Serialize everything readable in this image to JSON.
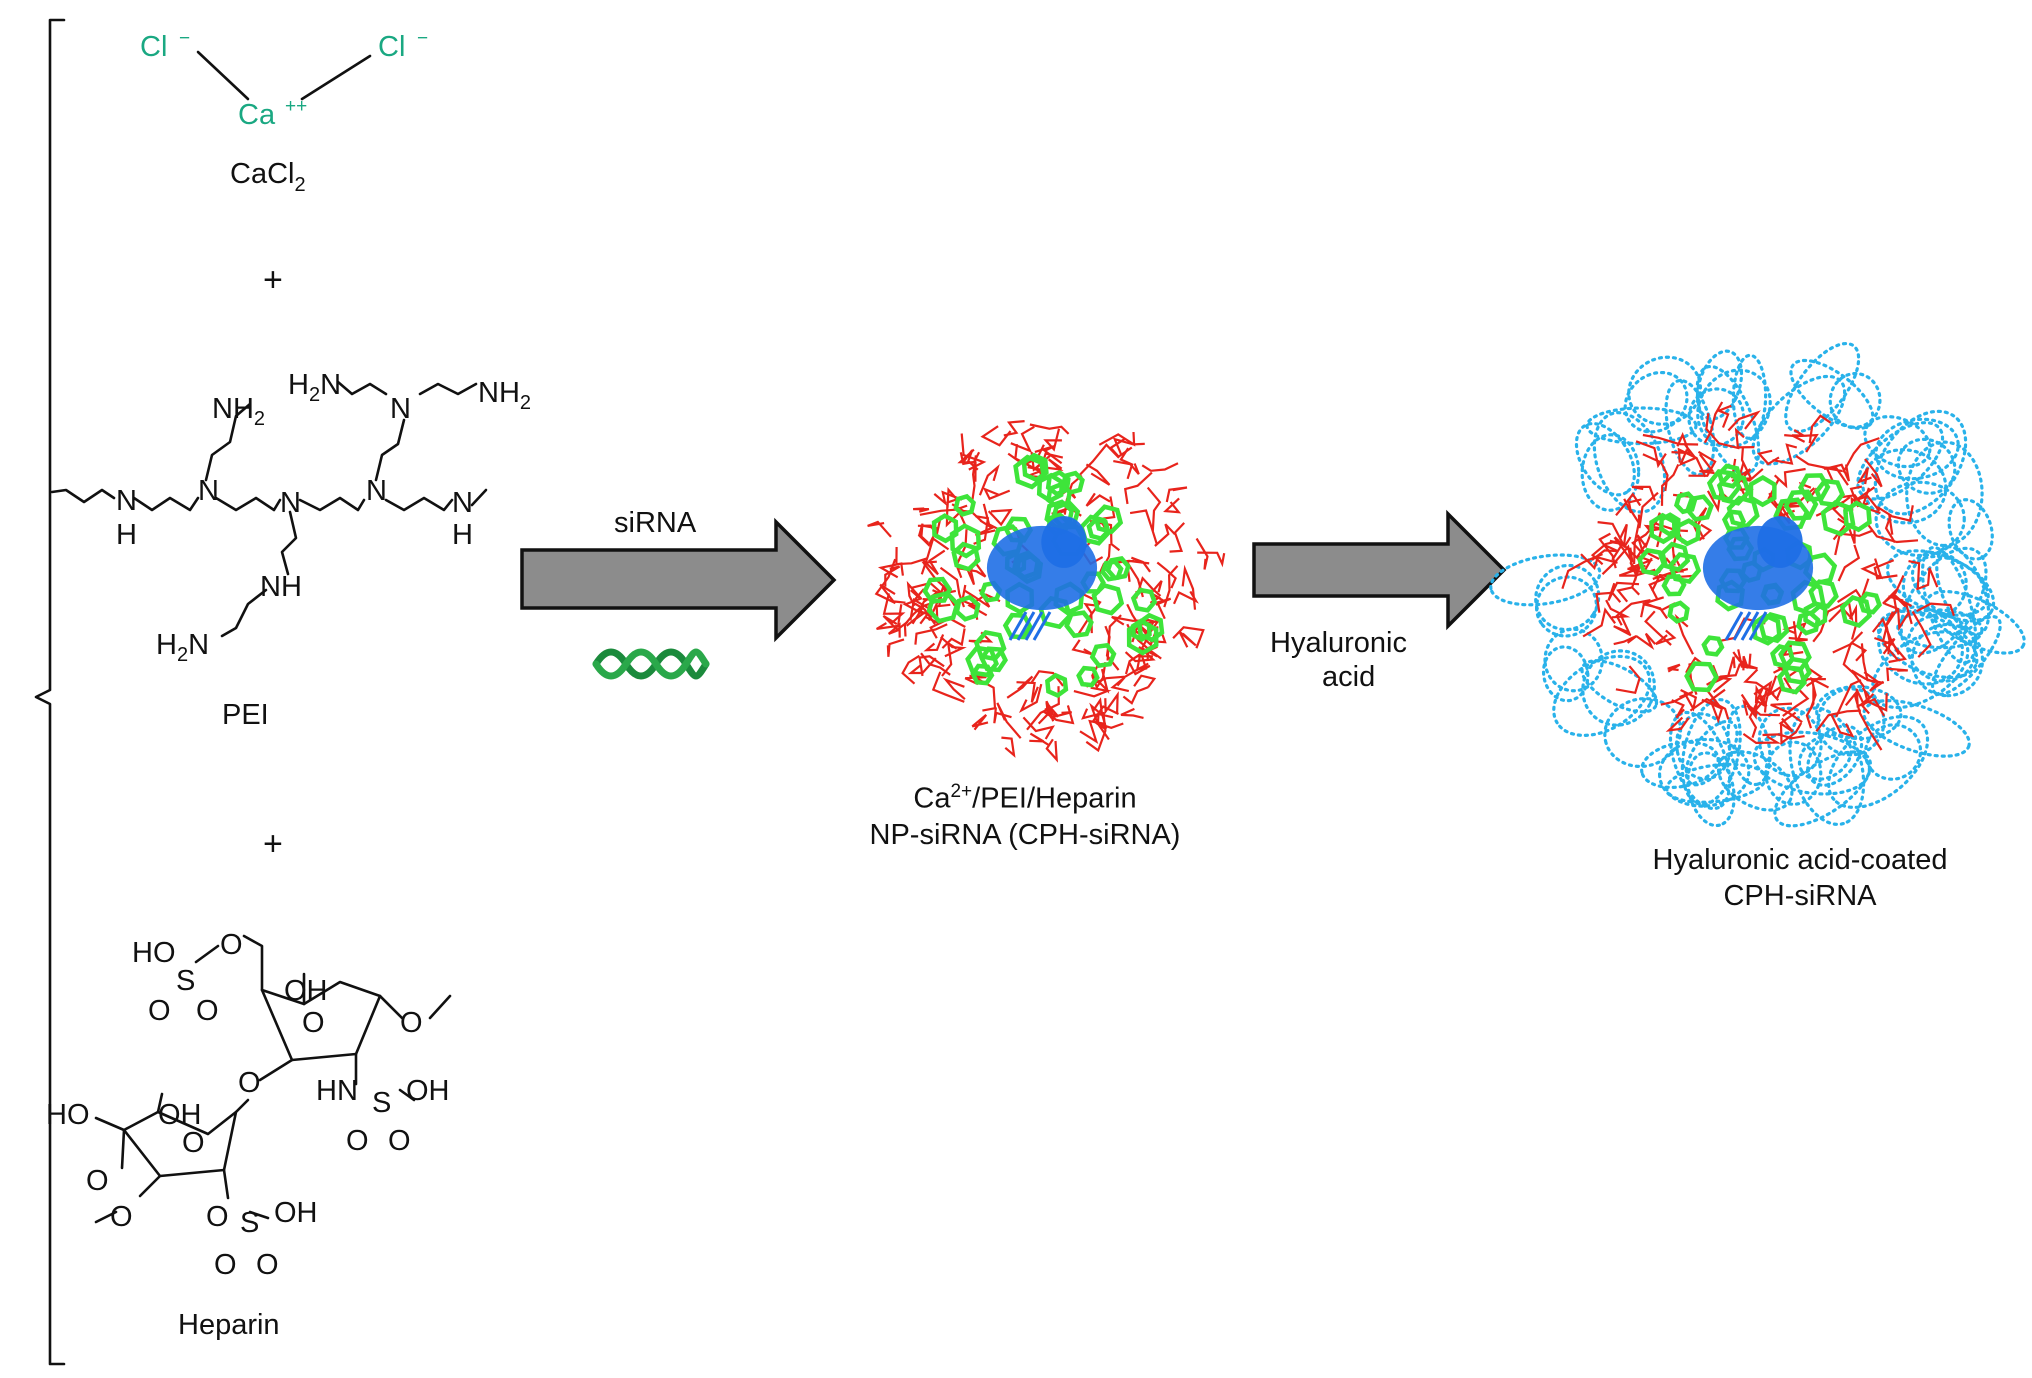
{
  "reactants": {
    "cacl2": {
      "ion_left": "Cl",
      "ion_left_charge": "−",
      "ion_right": "Cl",
      "ion_right_charge": "−",
      "calcium": "Ca",
      "calcium_charge": "++",
      "name": "CaCl",
      "name_subscript": "2"
    },
    "plus_1": "+",
    "pei": {
      "name": "PEI",
      "atoms": {
        "nh2": "NH",
        "h2n": "H",
        "n": "N",
        "nh": "NH",
        "h": "H",
        "sub2": "2"
      }
    },
    "plus_2": "+",
    "heparin": {
      "name": "Heparin",
      "atoms": {
        "ho": "HO",
        "oh": "OH",
        "o": "O",
        "s": "S",
        "hn": "HN"
      }
    }
  },
  "arrow_1": {
    "label": "siRNA",
    "sirna_icon": "double-helix-icon"
  },
  "product_1": {
    "line1_prefix": "Ca",
    "line1_sup": "2+",
    "line1_suffix": "/PEI/Heparin",
    "line2": "NP-siRNA (CPH-siRNA)"
  },
  "arrow_2": {
    "label_line1": "Hyaluronic",
    "label_line2": "acid"
  },
  "product_2": {
    "line1": "Hyaluronic acid-coated",
    "line2": "CPH-siRNA"
  },
  "colors": {
    "ion": "#1aa882",
    "arrow_fill": "#8c8c8c",
    "pei_shell": "#e8241c",
    "heparin_net": "#3ee43a",
    "sirna_core": "#1f6fe6",
    "ha_coat": "#29b2ea",
    "helix": "#1b8a3c"
  }
}
